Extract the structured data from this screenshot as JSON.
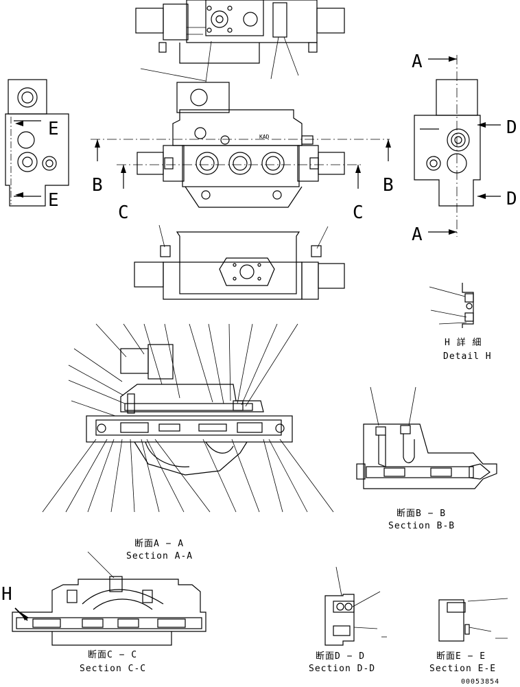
{
  "section_markers": {
    "a_top": "A",
    "a_bottom": "A",
    "b_left": "B",
    "b_right": "B",
    "c_left": "C",
    "c_right": "C",
    "d_top": "D",
    "d_bottom": "D",
    "e_top": "E",
    "e_bottom": "E",
    "h_marker": "H"
  },
  "captions": {
    "detail_h_jp": "H 詳 細",
    "detail_h_en": "Detail H",
    "section_aa_jp": "断面A − A",
    "section_aa_en": "Section A-A",
    "section_bb_jp": "断面B − B",
    "section_bb_en": "Section B-B",
    "section_cc_jp": "断面C − C",
    "section_cc_en": "Section C-C",
    "section_dd_jp": "断面D − D",
    "section_dd_en": "Section D-D",
    "section_ee_jp": "断面E − E",
    "section_ee_en": "Section E-E"
  },
  "drawing_number": "00053854"
}
